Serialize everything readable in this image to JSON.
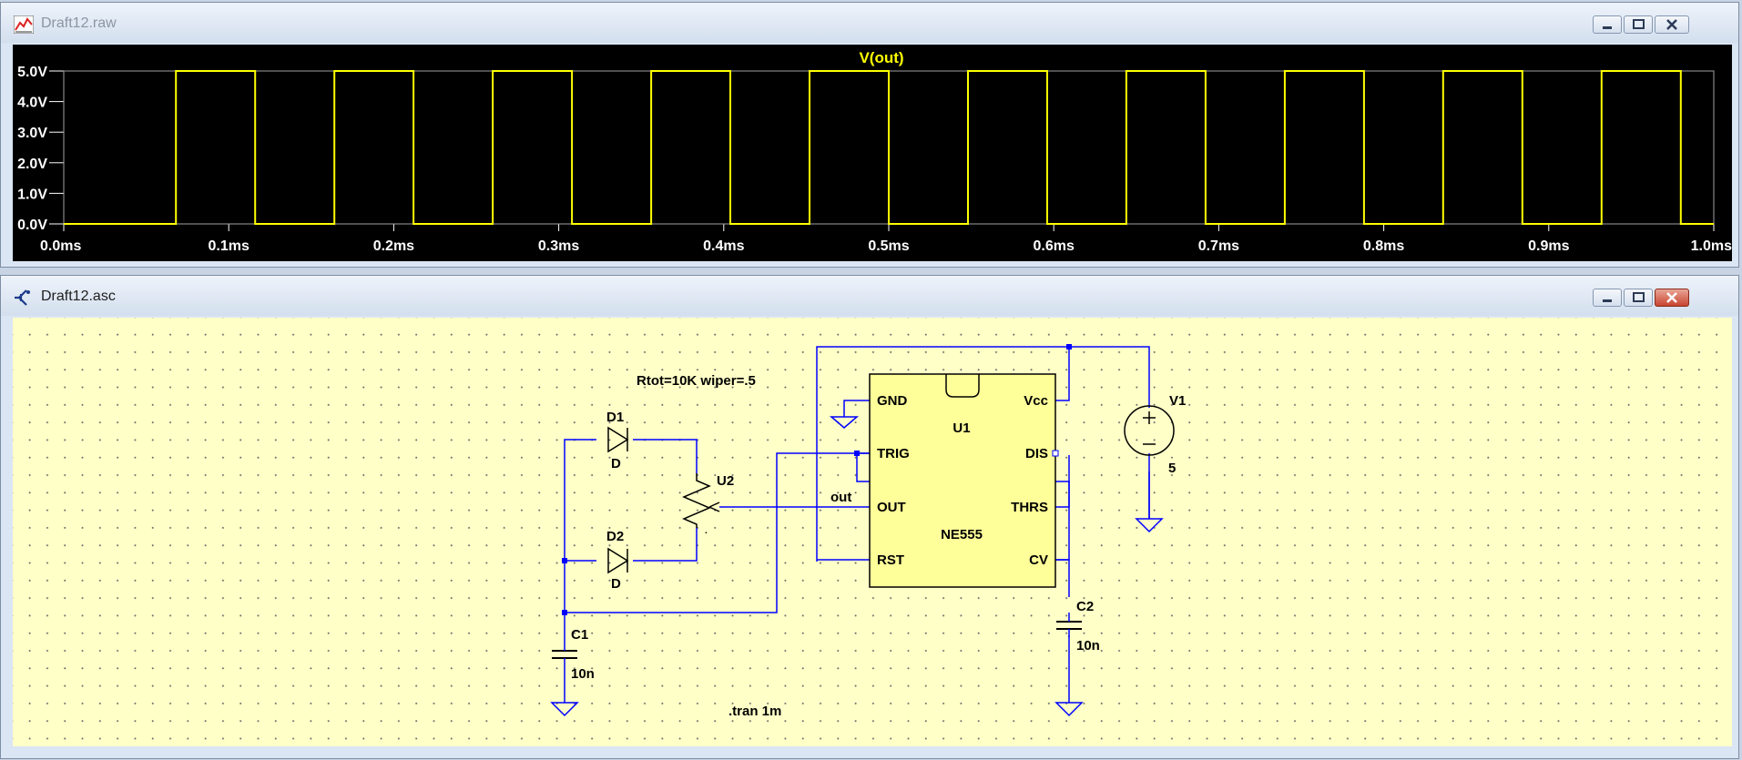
{
  "waveform_window": {
    "title": "Draft12.raw",
    "trace_label": "V(out)",
    "y_ticks": [
      "5.0V",
      "4.0V",
      "3.0V",
      "2.0V",
      "1.0V",
      "0.0V"
    ],
    "x_ticks": [
      "0.0ms",
      "0.1ms",
      "0.2ms",
      "0.3ms",
      "0.4ms",
      "0.5ms",
      "0.6ms",
      "0.7ms",
      "0.8ms",
      "0.9ms",
      "1.0ms"
    ],
    "trace_color": "#ffff00",
    "label_color": "#ffff00",
    "axis_color": "#ffffff"
  },
  "chart_data": {
    "type": "line",
    "title": "V(out)",
    "xlabel": "",
    "ylabel": "",
    "xlim": [
      0,
      1.0
    ],
    "ylim": [
      0,
      5.0
    ],
    "x_unit": "ms",
    "y_unit": "V",
    "series": [
      {
        "name": "V(out)",
        "high_intervals_ms": [
          [
            0.068,
            0.116
          ],
          [
            0.164,
            0.212
          ],
          [
            0.26,
            0.308
          ],
          [
            0.356,
            0.404
          ],
          [
            0.452,
            0.5
          ],
          [
            0.548,
            0.596
          ],
          [
            0.644,
            0.692
          ],
          [
            0.74,
            0.788
          ],
          [
            0.836,
            0.884
          ],
          [
            0.932,
            0.98
          ]
        ],
        "high_value": 5.0,
        "low_value": 0.0
      }
    ]
  },
  "schematic_window": {
    "title": "Draft12.asc",
    "directive_pot": "Rtot=10K wiper=.5",
    "directive_tran": ".tran 1m",
    "components": {
      "d1_name": "D1",
      "d1_model": "D",
      "d2_name": "D2",
      "d2_model": "D",
      "u2_name": "U2",
      "c1_name": "C1",
      "c1_value": "10n",
      "c2_name": "C2",
      "c2_value": "10n",
      "v1_name": "V1",
      "v1_value": "5",
      "u1_name": "U1",
      "u1_model": "NE555",
      "net_out": "out"
    },
    "ic_pins": {
      "gnd": "GND",
      "trig": "TRIG",
      "out": "OUT",
      "rst": "RST",
      "vcc": "Vcc",
      "dis": "DIS",
      "thrs": "THRS",
      "cv": "CV"
    },
    "wire_color": "#0000ff",
    "ic_fill": "#ffff99"
  },
  "window_controls": {
    "minimize": "minimize",
    "maximize": "maximize",
    "close": "close"
  }
}
